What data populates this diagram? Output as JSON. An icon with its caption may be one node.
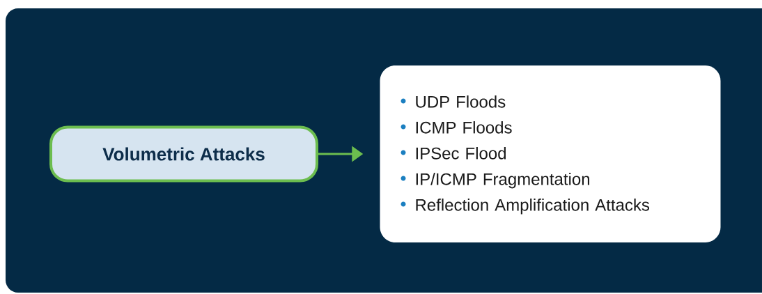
{
  "diagram": {
    "nodes": [
      {
        "text": [
          "Volumetric Attacks"
        ]
      },
      {
        "text": [
          "UDP Floods",
          "ICMP Floods",
          "IPSec Flood",
          "IP/ICMP Fragmentation",
          "Reflection Amplification Attacks"
        ]
      }
    ],
    "edges": [
      {
        "from": 0,
        "to": 1,
        "arrow": "to",
        "color": "#6cbd4f"
      }
    ]
  }
}
